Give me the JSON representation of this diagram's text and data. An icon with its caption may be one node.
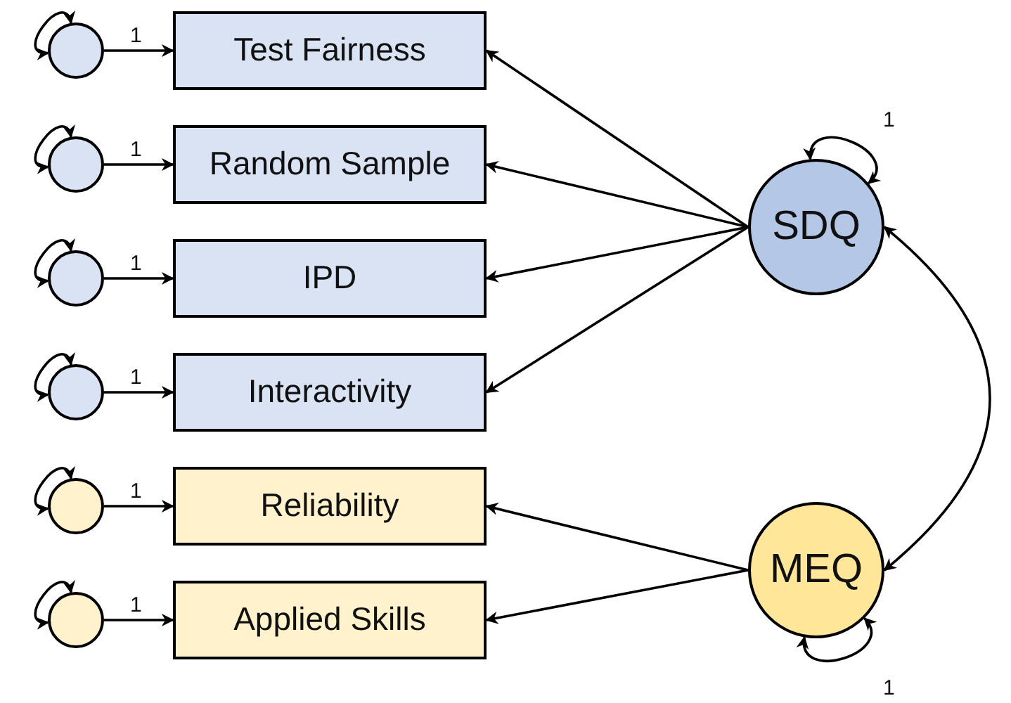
{
  "diagram": {
    "nodes": [
      {
        "text": [],
        "shape": "circle"
      },
      {
        "text": [
          "Test Fairness"
        ]
      },
      {
        "text": [],
        "shape": "circle"
      },
      {
        "text": [
          "Random Sample"
        ]
      },
      {
        "text": [],
        "shape": "circle"
      },
      {
        "text": [
          "IPD"
        ]
      },
      {
        "text": [],
        "shape": "circle"
      },
      {
        "text": [
          "Interactivity"
        ]
      },
      {
        "text": [],
        "shape": "circle"
      },
      {
        "text": [
          "Reliability"
        ]
      },
      {
        "text": [],
        "shape": "circle"
      },
      {
        "text": [
          "Applied Skills"
        ]
      },
      {
        "text": [
          "SDQ"
        ]
      },
      {
        "text": [
          "MEQ"
        ]
      }
    ],
    "edges": [
      {
        "from": 0,
        "to": 0,
        "arrow": "both"
      },
      {
        "from": 0,
        "to": 1,
        "arrow": "to",
        "label": "1"
      },
      {
        "from": 2,
        "to": 2,
        "arrow": "both"
      },
      {
        "from": 2,
        "to": 3,
        "arrow": "to",
        "label": "1"
      },
      {
        "from": 4,
        "to": 4,
        "arrow": "both"
      },
      {
        "from": 4,
        "to": 5,
        "arrow": "to",
        "label": "1"
      },
      {
        "from": 6,
        "to": 6,
        "arrow": "both"
      },
      {
        "from": 6,
        "to": 7,
        "arrow": "to",
        "label": "1"
      },
      {
        "from": 8,
        "to": 8,
        "arrow": "both"
      },
      {
        "from": 8,
        "to": 9,
        "arrow": "to",
        "label": "1"
      },
      {
        "from": 10,
        "to": 10,
        "arrow": "both"
      },
      {
        "from": 10,
        "to": 11,
        "arrow": "to",
        "label": "1"
      },
      {
        "from": 12,
        "to": 12,
        "arrow": "both",
        "label": "1"
      },
      {
        "from": 12,
        "to": 1,
        "arrow": "to"
      },
      {
        "from": 12,
        "to": 3,
        "arrow": "to"
      },
      {
        "from": 12,
        "to": 5,
        "arrow": "to"
      },
      {
        "from": 12,
        "to": 7,
        "arrow": "to"
      },
      {
        "from": 13,
        "to": 9,
        "arrow": "to"
      },
      {
        "from": 13,
        "to": 11,
        "arrow": "to"
      },
      {
        "from": 13,
        "to": 13,
        "arrow": "both",
        "label": "1"
      },
      {
        "from": 12,
        "to": 13,
        "arrow": "both"
      }
    ]
  }
}
